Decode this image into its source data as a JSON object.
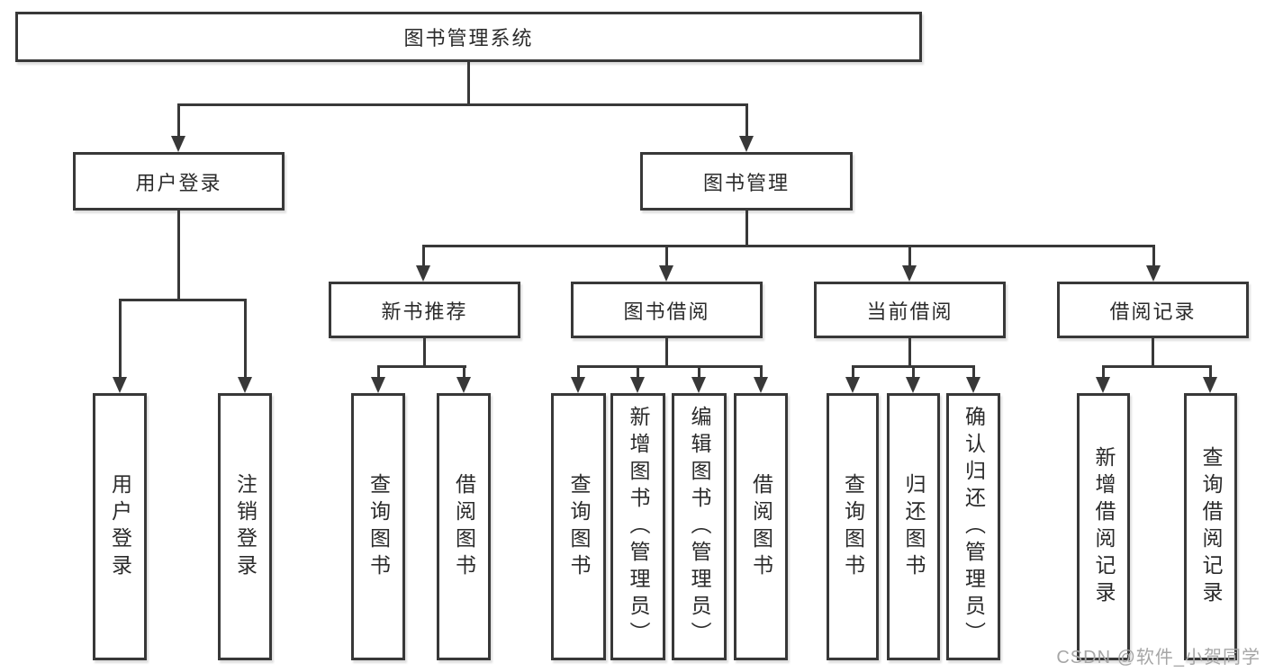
{
  "diagram": {
    "root": {
      "label": "图书管理系统"
    },
    "level2": {
      "user_login": {
        "label": "用户登录"
      },
      "book_management": {
        "label": "图书管理"
      }
    },
    "level3": {
      "new_book_recommend": {
        "label": "新书推荐"
      },
      "book_borrowing": {
        "label": "图书借阅"
      },
      "current_borrowing": {
        "label": "当前借阅"
      },
      "borrowing_records": {
        "label": "借阅记录"
      }
    },
    "leaves": {
      "user_login": [
        "用户登录",
        "注销登录"
      ],
      "new_book_recommend": [
        "查询图书",
        "借阅图书"
      ],
      "book_borrowing": [
        "查询图书",
        "新增图书（管理员）",
        "编辑图书（管理员）",
        "借阅图书"
      ],
      "current_borrowing": [
        "查询图书",
        "归还图书",
        "确认归还（管理员）"
      ],
      "borrowing_records": [
        "新增借阅记录",
        "查询借阅记录"
      ]
    },
    "watermark": "CSDN @软件_小贺同学",
    "colors": {
      "line": "#383838",
      "text": "#2b2b2b",
      "box_background": "#ffffff",
      "watermark": "#a6a6a6"
    }
  }
}
